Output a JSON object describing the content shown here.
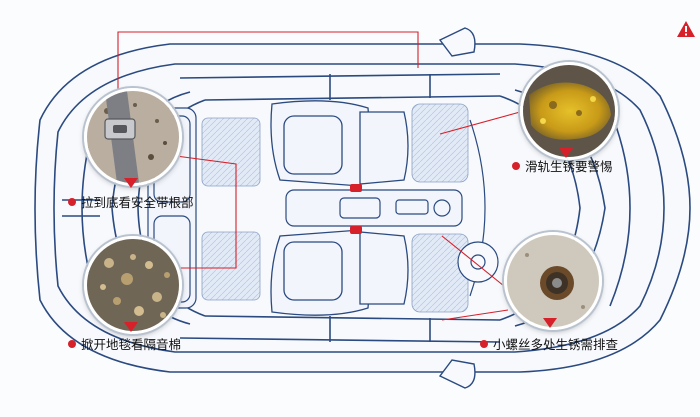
{
  "labels": {
    "seatbelt": "拉到底看安全带根部",
    "carpet": "掀开地毯看隔音棉",
    "rail": "滑轨生锈要警惕",
    "screw": "小螺丝多处生锈需排查"
  },
  "icons": {
    "warning": "warning-triangle-icon",
    "marker": "red-triangle-marker"
  },
  "colors": {
    "accent": "#d6202a",
    "outline": "#2a4a80",
    "mat": "#dfe8f5"
  }
}
